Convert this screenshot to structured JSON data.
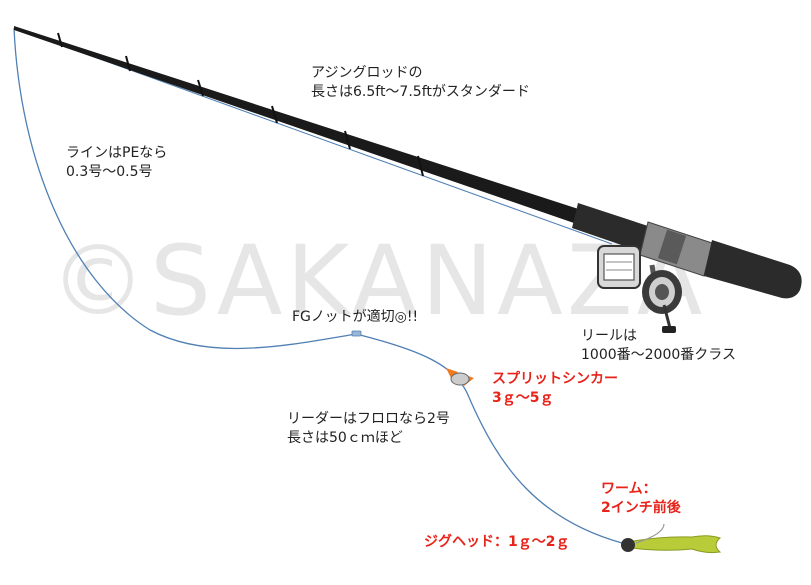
{
  "watermark": "©SAKANAZA",
  "labels": {
    "rod_line1": "アジングロッドの",
    "rod_line2": "長さは6.5ft～7.5ftがスタンダード",
    "line_line1": "ラインはPEなら",
    "line_line2": "0.3号～0.5号",
    "knot": "FGノットが適切◎!!",
    "reel_line1": "リールは",
    "reel_line2": "1000番～2000番クラス",
    "leader_line1": "リーダーはフロロなら2号",
    "leader_line2": "長さは50ｃｍほど",
    "sinker_line1": "スプリットシンカー",
    "sinker_line2": "3ｇ～5ｇ",
    "worm_line1": "ワーム：",
    "worm_line2": "2インチ前後",
    "jighead": "ジグヘッド：1ｇ～2ｇ"
  },
  "colors": {
    "line": "#4f7fb4",
    "rod": "#1a1a1a",
    "grip": "#2b2b2b",
    "reel": "#7a7a7a",
    "sinker": "#f07a1e",
    "worm": "#b8cc3a",
    "jighead": "#333333",
    "red_text": "#e8231a",
    "watermark": "#e6e6e6"
  }
}
